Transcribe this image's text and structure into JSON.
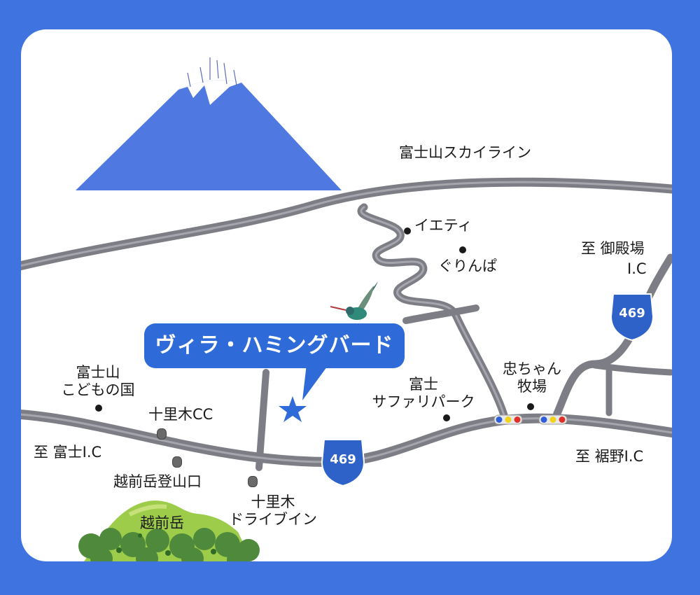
{
  "labels": {
    "skyline": "富士山スカイライン",
    "yeti": "イエティ",
    "grinpa": "ぐりんぱ",
    "to_gotemba": "至 御殿場",
    "gotemba_ic": "I.C",
    "villa": "ヴィラ・ハミングバード",
    "kodomo_line1": "富士山",
    "kodomo_line2": "こどもの国",
    "jurigi_cc": "十里木CC",
    "safari_line1": "富士",
    "safari_line2": "サファリパーク",
    "chu_line1": "忠ちゃん",
    "chu_line2": "牧場",
    "to_fuji_ic": "至 富士I.C",
    "to_susono_ic": "至 裾野I.C",
    "echizen_trailhead": "越前岳登山口",
    "echizendake": "越前岳",
    "drivein_line1": "十里木",
    "drivein_line2": "ドライブイン"
  },
  "route_shields": {
    "main_469": "469",
    "north_469": "469"
  },
  "colors": {
    "border": "#3f73e0",
    "road": "#7d7d85",
    "fuji": "#4f78e0",
    "callout": "#2f6bd8",
    "shield": "#2f62c8",
    "mountain_green": "#9ccc4a",
    "forest_green": "#4f8a3c"
  },
  "icons": {
    "location_marker": "star-icon",
    "bird": "hummingbird-icon",
    "signal_lights": "traffic-light-icon"
  }
}
